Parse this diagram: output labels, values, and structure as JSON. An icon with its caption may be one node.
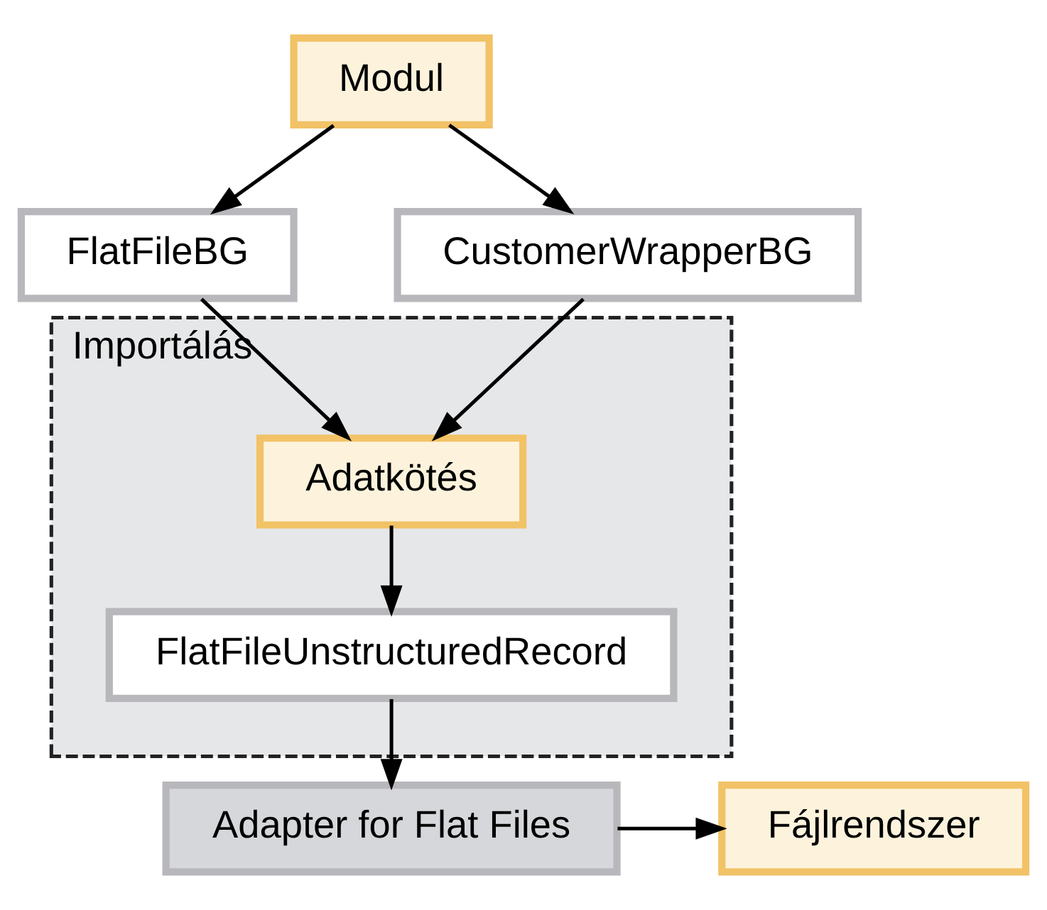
{
  "diagram": {
    "nodes": [
      {
        "text": [
          "Modul"
        ]
      },
      {
        "text": [
          "Importálás"
        ]
      },
      {
        "text": [
          "FlatFileBG"
        ]
      },
      {
        "text": [
          "CustomerWrapperBG"
        ]
      },
      {
        "text": [
          "Adatkötés"
        ],
        "in": 1
      },
      {
        "text": [
          "FlatFileUnstructuredRecord"
        ],
        "in": 1
      },
      {
        "text": [
          "Adapter for Flat Files"
        ]
      },
      {
        "text": [
          "Fájlrendszer"
        ]
      }
    ],
    "edges": [
      {
        "from": 0,
        "to": 2,
        "arrow": "to"
      },
      {
        "from": 0,
        "to": 3,
        "arrow": "to"
      },
      {
        "from": 2,
        "to": 4,
        "arrow": "to"
      },
      {
        "from": 3,
        "to": 4,
        "arrow": "to"
      },
      {
        "from": 4,
        "to": 5,
        "arrow": "to"
      },
      {
        "from": 5,
        "to": 6,
        "arrow": "to"
      },
      {
        "from": 6,
        "to": 7,
        "arrow": "to"
      }
    ]
  }
}
